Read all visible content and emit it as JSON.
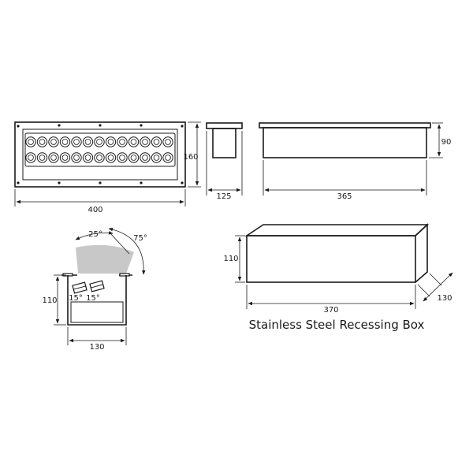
{
  "title": "Stainless Steel Recessing Box",
  "front_view": {
    "width_label": "400",
    "height_label": "160",
    "led_rows": 2,
    "leds_per_row": 13
  },
  "side_view": {
    "width_label": "125"
  },
  "top_view": {
    "width_label": "365",
    "height_label": "90"
  },
  "section_view": {
    "tilt_label": "25°",
    "swing_label": "75°",
    "fixture_left_label": "15°",
    "fixture_right_label": "15°",
    "height_label": "110",
    "width_label": "130"
  },
  "iso_view": {
    "height_label": "110",
    "length_label": "370",
    "depth_label": "130"
  },
  "colors": {
    "line": "#1a1a1a",
    "beam": "#c8c8c8"
  }
}
